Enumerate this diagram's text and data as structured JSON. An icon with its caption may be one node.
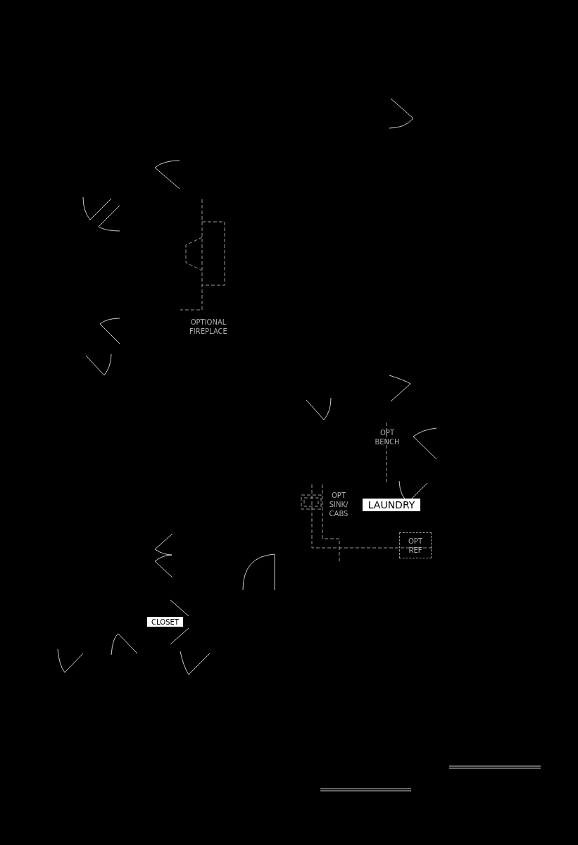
{
  "diagram": {
    "nodes": [
      {
        "text": [
          "LAUNDRY"
        ]
      },
      {
        "text": [
          "OPT REF"
        ]
      },
      {
        "text": [
          "CLOSET"
        ]
      }
    ],
    "labels": [
      "OPTIONAL FIREPLACE",
      "OPT BENCH",
      "OPT SINK/ CABS"
    ]
  }
}
